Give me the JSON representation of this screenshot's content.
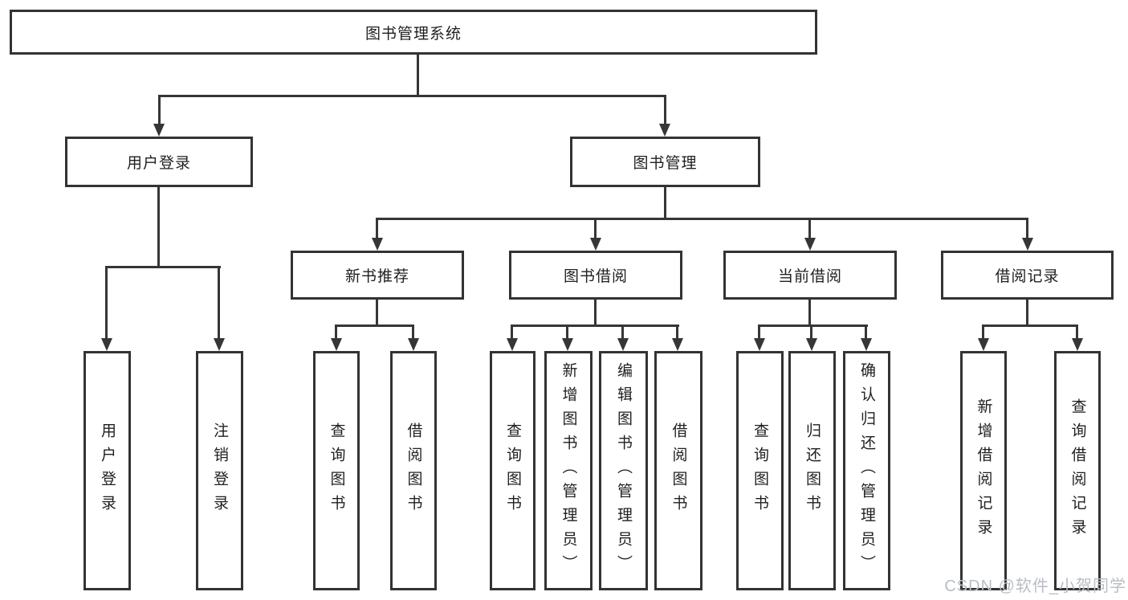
{
  "diagram": {
    "title_node": {
      "label": "图书管理系统"
    },
    "level2": [
      {
        "id": "user-login",
        "label": "用户登录"
      },
      {
        "id": "book-mgmt",
        "label": "图书管理"
      }
    ],
    "level3": [
      {
        "id": "new-books",
        "label": "新书推荐"
      },
      {
        "id": "book-borrow",
        "label": "图书借阅"
      },
      {
        "id": "current-borrow",
        "label": "当前借阅"
      },
      {
        "id": "borrow-records",
        "label": "借阅记录"
      }
    ],
    "leaves": {
      "user_login": [
        "用户登录",
        "注销登录"
      ],
      "new_books": [
        "查询图书",
        "借阅图书"
      ],
      "book_borrow": [
        "查询图书",
        "新增图书（管理员）",
        "编辑图书（管理员）",
        "借阅图书"
      ],
      "current_borrow": [
        "查询图书",
        "归还图书",
        "确认归还（管理员）"
      ],
      "borrow_records": [
        "新增借阅记录",
        "查询借阅记录"
      ]
    },
    "colors": {
      "line": "#363636",
      "box_border": "#333333",
      "text": "#1f1f1f",
      "watermark": "#b9bdc4",
      "background": "#ffffff"
    }
  },
  "watermark": {
    "text": "CSDN @软件_小贺同学"
  }
}
